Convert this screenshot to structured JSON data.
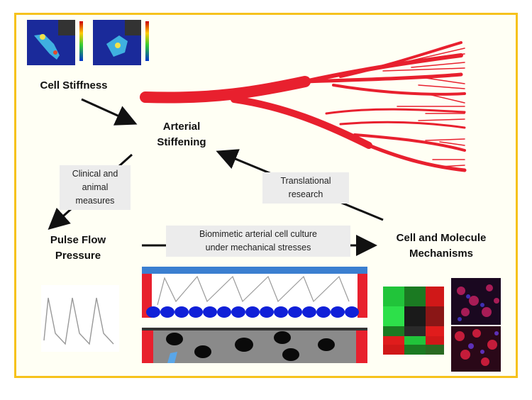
{
  "labels": {
    "cell_stiffness": "Cell Stiffness",
    "arterial_stiffening_1": "Arterial",
    "arterial_stiffening_2": "Stiffening",
    "clinical_1": "Clinical and",
    "clinical_2": "animal",
    "clinical_3": "measures",
    "pulse_1": "Pulse Flow",
    "pulse_2": "Pressure",
    "biomimetic_1": "Biomimetic arterial cell culture",
    "biomimetic_2": "under mechanical stresses",
    "translational_1": "Translational",
    "translational_2": "research",
    "mechanisms_1": "Cell and Molecule",
    "mechanisms_2": "Mechanisms"
  },
  "colors": {
    "frame": "#f6c21c",
    "artery": "#e8202e",
    "culture_top": "#3b7fd0",
    "culture_wall": "#e8202e",
    "cells": "#1020d8",
    "nuclei": "#111111",
    "chamber": "#8a8a8a"
  }
}
